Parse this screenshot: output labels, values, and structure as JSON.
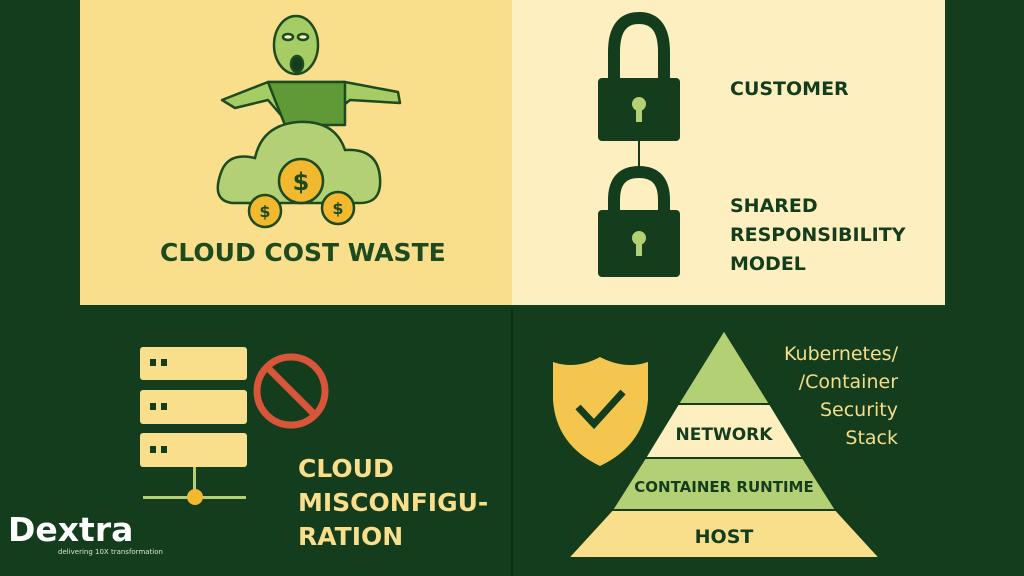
{
  "colors": {
    "dark_green": "#133d1d",
    "yellow": "#f9df8c",
    "cream": "#fdefc0",
    "light_green": "#b3d074",
    "mid_green": "#5f9a37",
    "coin": "#f2b92e",
    "red": "#d9553a"
  },
  "cost_waste": {
    "title": "CLOUD COST WASTE",
    "icons": [
      "zombie-icon",
      "cloud-icon",
      "dollar-coin-icon"
    ],
    "coin_symbol": "$"
  },
  "shared_responsibility": {
    "label_top": "CUSTOMER",
    "label_bottom": [
      "SHARED",
      "RESPONSIBILITY",
      "MODEL"
    ],
    "icons": [
      "padlock-icon",
      "padlock-icon"
    ]
  },
  "misconfiguration": {
    "title": [
      "CLOUD",
      "MISCONFIGU-",
      "RATION"
    ],
    "icons": [
      "server-stack-icon",
      "prohibited-icon"
    ]
  },
  "k8s_stack": {
    "title": [
      "Kubernetes/",
      "/Container",
      "Security",
      "Stack"
    ],
    "layers": [
      "NETWORK",
      "CONTAINER RUNTIME",
      "HOST"
    ],
    "icons": [
      "shield-check-icon"
    ]
  },
  "brand": {
    "name": "Dextra",
    "tagline": "delivering 10X transformation"
  }
}
